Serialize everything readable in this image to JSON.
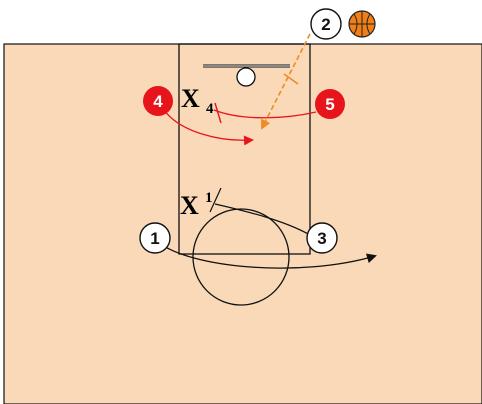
{
  "colors": {
    "court": "#fad9b8",
    "line": "#111111",
    "red": "#e8141c",
    "pass": "#f08a24",
    "ball": "#f07f16",
    "offense_fill": "#ffffff"
  },
  "players": {
    "offense": [
      {
        "id": "1",
        "label": "1"
      },
      {
        "id": "2",
        "label": "2"
      },
      {
        "id": "3",
        "label": "3"
      }
    ],
    "red": [
      {
        "id": "4",
        "label": "4"
      },
      {
        "id": "5",
        "label": "5"
      }
    ],
    "defenders": [
      {
        "id": "x4",
        "label": "X",
        "sub": "4",
        "sub_position": "subscript"
      },
      {
        "id": "x1",
        "label": "X",
        "sub": "1",
        "sub_position": "superscript"
      }
    ]
  },
  "ball": {
    "icon": "basketball-icon",
    "holder": "2"
  }
}
